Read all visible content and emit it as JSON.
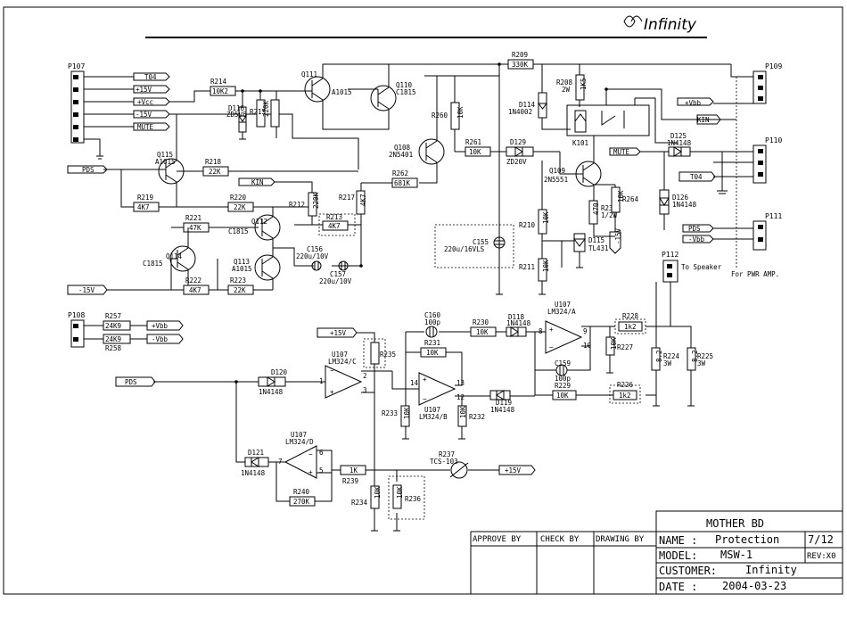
{
  "brand": "Infinity",
  "connectors": {
    "p107": "P107",
    "p108": "P108",
    "p109": "P109",
    "p110": "P110",
    "p111": "P111",
    "p112": "P112"
  },
  "nets": {
    "t04_a": "T04",
    "p15v_a": "+15V",
    "vcc": "+Vcc",
    "m15v_a": "-15V",
    "mute_a": "MUTE",
    "pds_a": "PDS",
    "kin_a": "KIN",
    "m15v_b": "-15V",
    "pvbb_a": "+Vbb",
    "mvbb_a": "-Vbb",
    "p15v_b": "+15V",
    "pds_b": "PDS",
    "p15v_c": "+15V",
    "pvbb_r": "+Vbb",
    "kin_r": "KIN",
    "mute_r": "MUTE",
    "t04_r": "T04",
    "pds_r": "PDS",
    "mvbb_r": "-Vbb",
    "m15v_r": "-15V"
  },
  "components": {
    "r214": [
      "R214",
      "10K2"
    ],
    "d116": [
      "D116",
      "ZD5V6"
    ],
    "r215": [
      "R215",
      ""
    ],
    "r215v": "220K",
    "q111": [
      "Q111",
      "A1015"
    ],
    "q110": [
      "Q110",
      "C1815"
    ],
    "r209": [
      "R209",
      "330K"
    ],
    "r260": [
      "R260",
      ""
    ],
    "r260v": "10K",
    "d114": [
      "D114",
      "1N4002"
    ],
    "r208": [
      "R208",
      "2W"
    ],
    "r208v": "1K5",
    "q108": [
      "Q108",
      "2N5401"
    ],
    "r261": [
      "R261",
      "10K"
    ],
    "r262": [
      "R262",
      "681K"
    ],
    "d129": [
      "D129",
      "ZD20V"
    ],
    "q109": [
      "Q109",
      "2N5551"
    ],
    "k101": "K101",
    "d125": [
      "D125",
      "1N4148"
    ],
    "d126": [
      "D126",
      "1N4148"
    ],
    "q115": [
      "Q115",
      "A1015"
    ],
    "r218": [
      "R218",
      "22K"
    ],
    "r219": [
      "R219",
      "4K7"
    ],
    "r220": [
      "R220",
      "22K"
    ],
    "r212": [
      "R212",
      ""
    ],
    "r212v": "220K",
    "r213": [
      "R213",
      "4K7"
    ],
    "r217": [
      "R217",
      ""
    ],
    "r217v": "4K7",
    "r221": [
      "R221",
      "47K"
    ],
    "q112": [
      "Q112",
      "C1815"
    ],
    "q114": [
      "Q114",
      "C1815"
    ],
    "q113": [
      "Q113",
      "A1015"
    ],
    "c156": [
      "C156",
      "220u/10V"
    ],
    "c157": [
      "C157",
      "220u/10V"
    ],
    "r222": [
      "R222",
      "4K7"
    ],
    "r223": [
      "R223",
      "22K"
    ],
    "c155": [
      "C155",
      "220u/16VLS"
    ],
    "r210": [
      "R210",
      ""
    ],
    "r210v": "10K",
    "r211": [
      "R211",
      ""
    ],
    "r211v": "10K",
    "r238": [
      "R238",
      "1/2W"
    ],
    "r238v": "470",
    "r264": [
      "R264",
      ""
    ],
    "r264v": "10K",
    "d115": [
      "D115",
      "TL431"
    ],
    "p112_note": "To Speaker",
    "pwr_note": "For PWR AMP.",
    "r257": [
      "R257",
      "24K9"
    ],
    "r258": [
      "R258",
      "24K9"
    ],
    "c160": [
      "C160",
      "100p"
    ],
    "r230": [
      "R230",
      "10K"
    ],
    "d118": [
      "D118",
      "1N4148"
    ],
    "u107a": [
      "U107",
      "LM324/A"
    ],
    "r228": [
      "R228",
      "1k2"
    ],
    "r227": [
      "R227",
      ""
    ],
    "r227v": "10K",
    "r231": [
      "R231",
      "10K"
    ],
    "r235": [
      "R235",
      ""
    ],
    "u107c": [
      "U107",
      "LM324/C"
    ],
    "d120": [
      "D120",
      "1N4148"
    ],
    "c159": [
      "C159",
      "100p"
    ],
    "r229": [
      "R229",
      "10K"
    ],
    "r226": [
      "R226",
      "1k2"
    ],
    "r224": [
      "R224",
      "3W"
    ],
    "r224v": "8.2",
    "r225": [
      "R225",
      "3W"
    ],
    "r225v": "8.2",
    "u107b": [
      "U107",
      "LM324/B"
    ],
    "r233": [
      "R233",
      ""
    ],
    "r233v": "10K",
    "d119": [
      "D119",
      "1N4148"
    ],
    "r232": [
      "R232",
      ""
    ],
    "r232v": "10K",
    "u107d": [
      "U107",
      "LM324/D"
    ],
    "d121": [
      "D121",
      "1N4148"
    ],
    "r239": [
      "R239",
      "1K"
    ],
    "r237": [
      "R237",
      "TCS-103"
    ],
    "r240": [
      "R240",
      "270K"
    ],
    "r234": [
      "R234",
      ""
    ],
    "r234v": "10K",
    "r236": [
      "R236",
      ""
    ],
    "r236v": "10K"
  },
  "pins": {
    "u107a": [
      "8",
      "9",
      "10"
    ],
    "u107b": [
      "14",
      "13",
      "12"
    ],
    "u107c": [
      "1",
      "2",
      "3"
    ],
    "u107d": [
      "7",
      "6",
      "5"
    ]
  },
  "title_block": {
    "approve_by": "APPROVE BY",
    "check_by": "CHECK BY",
    "drawing_by": "DRAWING BY",
    "board": "MOTHER BD",
    "name_label": "NAME :",
    "name_value": "Protection",
    "sheet": "7/12",
    "model_label": "MODEL:",
    "model_value": "MSW-1",
    "rev": "REV:X0",
    "customer_label": "CUSTOMER:",
    "customer_value": "Infinity",
    "date_label": "DATE :",
    "date_value": "2004-03-23"
  }
}
